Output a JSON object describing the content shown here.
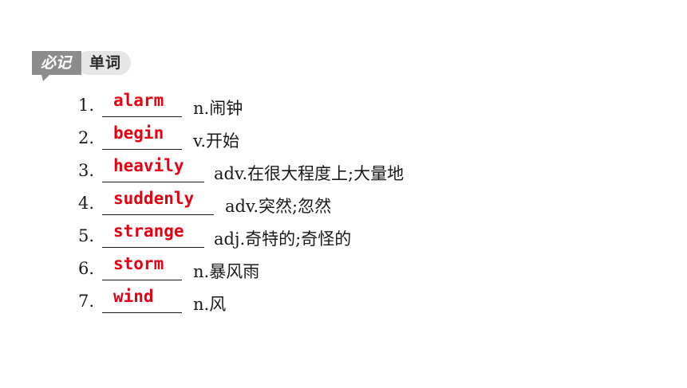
{
  "header": {
    "tag_left": "必记",
    "tag_right": "单词"
  },
  "items": [
    {
      "num": "1.",
      "answer": "alarm",
      "definition": "n.闹钟"
    },
    {
      "num": "2.",
      "answer": "begin",
      "definition": "v.开始"
    },
    {
      "num": "3.",
      "answer": "heavily",
      "definition": "adv.在很大程度上;大量地"
    },
    {
      "num": "4.",
      "answer": "suddenly",
      "definition": "adv.突然;忽然"
    },
    {
      "num": "5.",
      "answer": "strange",
      "definition": "adj.奇特的;奇怪的"
    },
    {
      "num": "6.",
      "answer": "storm",
      "definition": "n.暴风雨"
    },
    {
      "num": "7.",
      "answer": "wind",
      "definition": "n.风"
    }
  ],
  "colors": {
    "answer": "#e60012",
    "tag_bg": "#8c8c8c",
    "tag_light": "#e6e6e6"
  }
}
